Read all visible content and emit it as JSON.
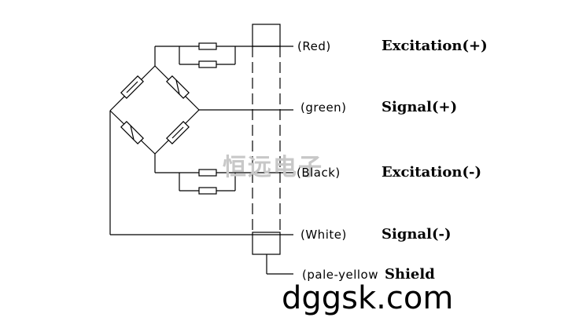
{
  "wires": [
    {
      "color_label": "(Red)",
      "signal": "Excitation(+)"
    },
    {
      "color_label": "(green)",
      "signal": "Signal(+)"
    },
    {
      "color_label": "(Black)",
      "signal": "Excitation(-)"
    },
    {
      "color_label": "(White)",
      "signal": "Signal(-)"
    },
    {
      "color_label": "(pale-yellow",
      "signal": "Shield"
    }
  ],
  "watermark": "恒远电子",
  "website": "dggsk.com",
  "colors": {
    "line": "#000000",
    "watermark": "#c8c8c8",
    "background": "#ffffff"
  }
}
